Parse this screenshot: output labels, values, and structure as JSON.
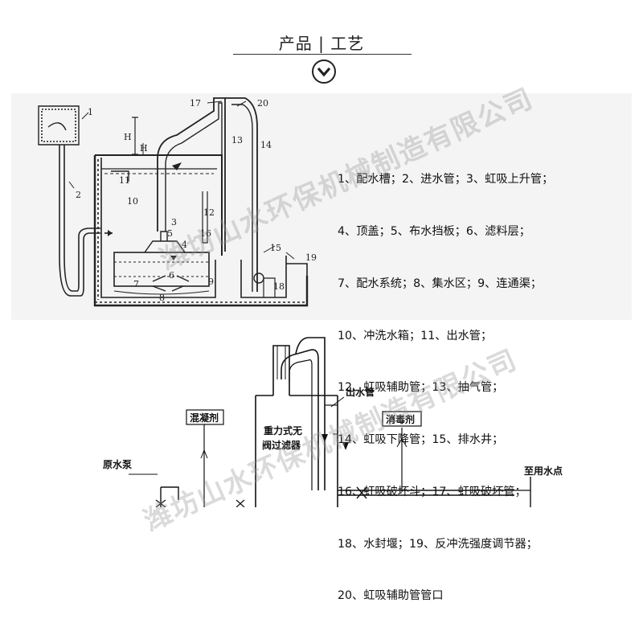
{
  "header": {
    "title": "产品 | 工艺",
    "chevron_icon": "chevron-down-circle-icon"
  },
  "diagram1": {
    "labels": [
      "1",
      "2",
      "3",
      "4",
      "5",
      "6",
      "7",
      "8",
      "9",
      "10",
      "11",
      "12",
      "13",
      "14",
      "15",
      "16",
      "17",
      "18",
      "19",
      "20",
      "H",
      "H"
    ],
    "legend": [
      "1、配水槽；2、进水管；3、虹吸上升管；",
      "4、顶盖；5、布水挡板；6、滤料层；",
      "7、配水系统；8、集水区；9、连通渠；",
      "10、冲洗水箱；11、出水管；",
      "12、虹吸辅助管；13、抽气管；",
      "14、虹吸下降管；15、排水井；",
      "16、虹吸破坏斗；17、虹吸破坏管；",
      "18、水封堰；19、反冲洗强度调节器；",
      "20、虹吸辅助管管口"
    ]
  },
  "diagram2": {
    "label_coagulant": "混凝剂",
    "label_disinfectant": "消毒剂",
    "label_outlet_pipe": "出水管",
    "label_filter_line1": "重力式无",
    "label_filter_line2": "阀过滤器",
    "label_raw_pump": "原水泵",
    "label_use_point": "至用水点"
  },
  "watermarks": [
    "潍坊山水环保机械制造有限公司",
    "潍坊山水环保机械制造有限公司"
  ]
}
